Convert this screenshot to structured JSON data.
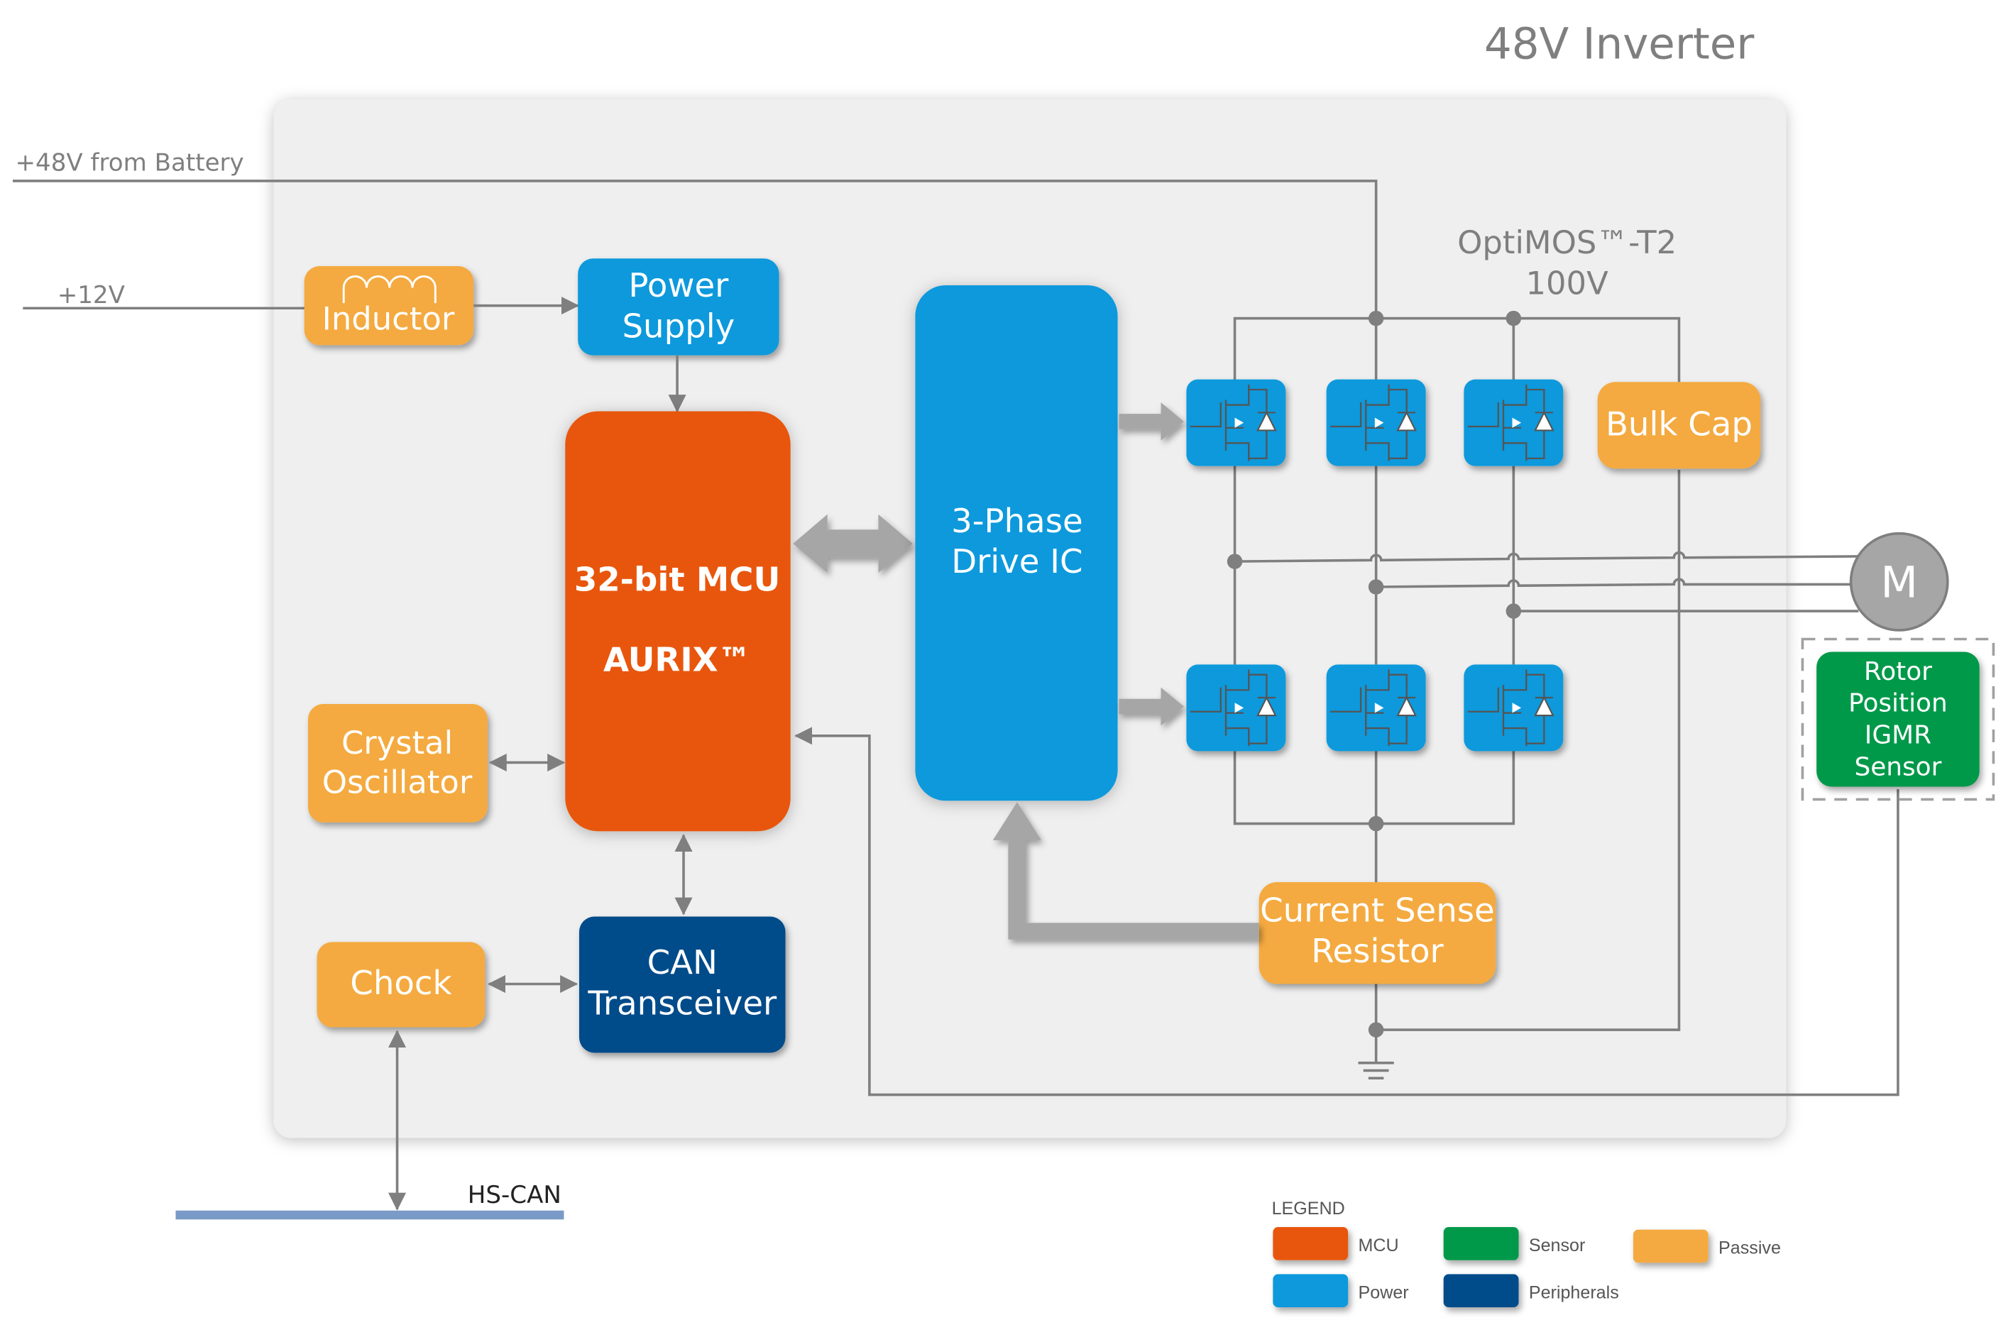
{
  "title": "48V Inverter",
  "colors": {
    "mcu": "#e8570a",
    "power": "#0899dc",
    "sensor": "#03994a",
    "peripherals": "#034b8a",
    "passive": "#f4aa40",
    "motor": "#a6a6a6",
    "wire": "#7f7f7f",
    "can_bus": "#7a9ac8",
    "container": "#efefef"
  },
  "inputs": {
    "battery": "+48V from Battery",
    "v12": "+12V",
    "bus": "HS-CAN"
  },
  "blocks": {
    "inductor": "Inductor",
    "power_supply": [
      "Power",
      "Supply"
    ],
    "mcu": [
      "32-bit MCU",
      "AURIX™"
    ],
    "drive_ic": [
      "3-Phase",
      "Drive IC"
    ],
    "crystal": [
      "Crystal",
      "Oscillator"
    ],
    "chock": "Chock",
    "can": [
      "CAN",
      "Transceiver"
    ],
    "bulk_cap": "Bulk Cap",
    "current_sense": [
      "Current Sense",
      "Resistor"
    ],
    "rotor_sensor": [
      "Rotor",
      "Position",
      "IGMR",
      "Sensor"
    ],
    "motor": "M"
  },
  "mosfet_label": [
    "OptiMOS™-T2",
    "100V"
  ],
  "legend": {
    "title": "LEGEND",
    "items": [
      {
        "label": "MCU",
        "color": "#e8570a"
      },
      {
        "label": "Sensor",
        "color": "#03994a"
      },
      {
        "label": "Passive",
        "color": "#f4aa40"
      },
      {
        "label": "Power",
        "color": "#0899dc"
      },
      {
        "label": "Peripherals",
        "color": "#034b8a"
      }
    ]
  }
}
